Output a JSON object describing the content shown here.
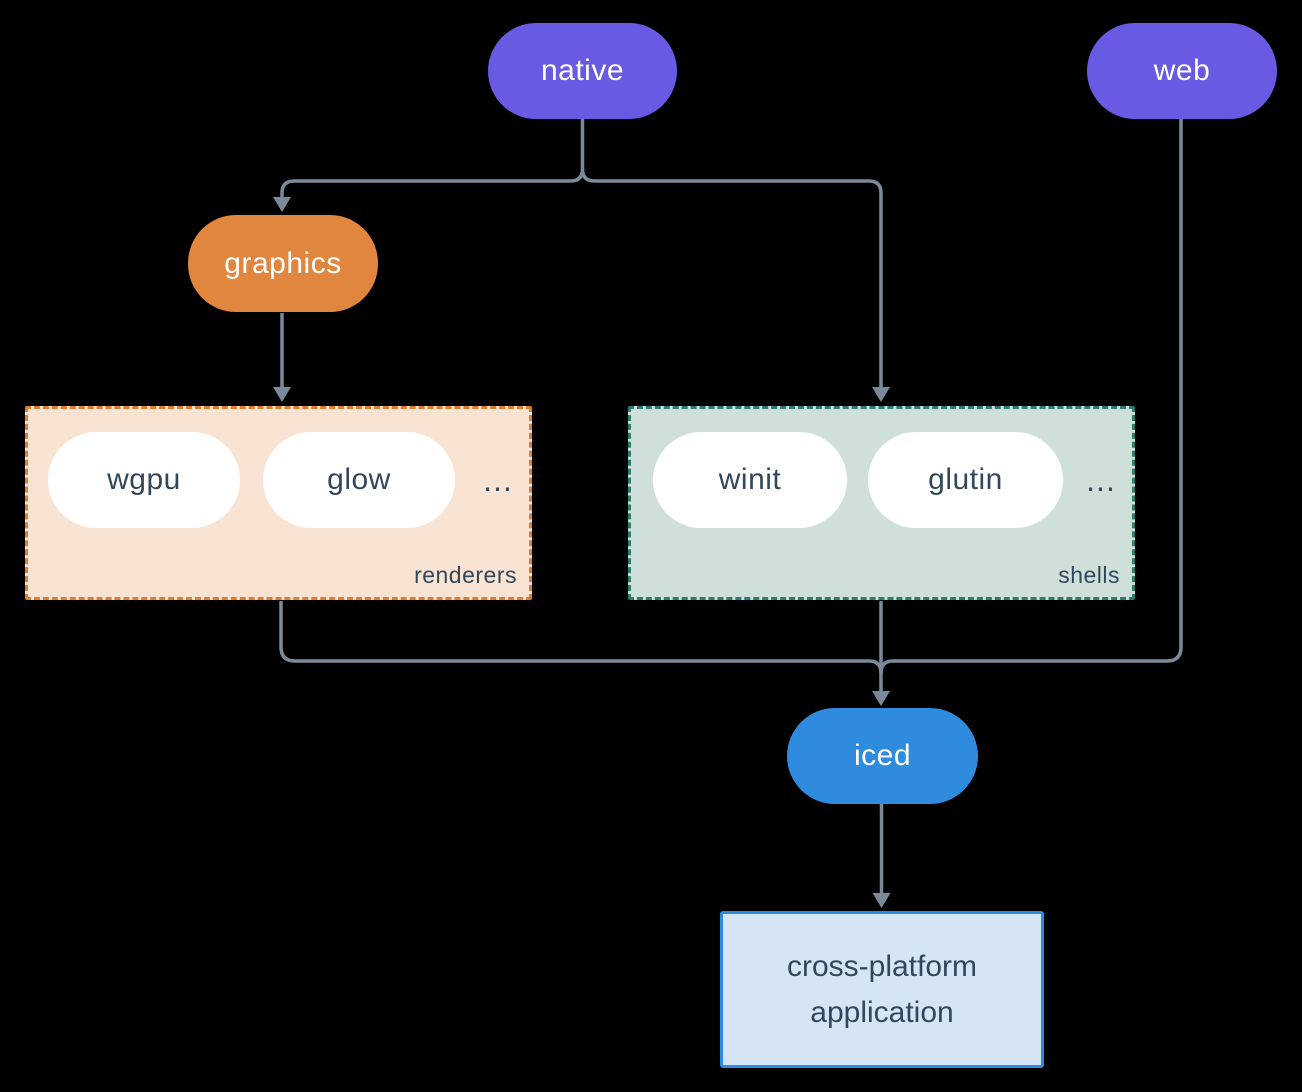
{
  "nodes": {
    "native": "native",
    "web": "web",
    "graphics": "graphics",
    "iced": "iced",
    "wgpu": "wgpu",
    "glow": "glow",
    "winit": "winit",
    "glutin": "glutin",
    "application": "cross-platform application"
  },
  "groups": {
    "renderers": {
      "label": "renderers",
      "more": "..."
    },
    "shells": {
      "label": "shells",
      "more": "..."
    }
  },
  "colors": {
    "purple_pill": "#695ae4",
    "graphics_pill": "#e1863e",
    "iced_pill": "#2e8bdd",
    "renderers_bg": "#f9e3d3",
    "renderers_border": "#e07e2e",
    "shells_bg": "#cfdfd9",
    "shells_border": "#2c7d6c",
    "app_bg": "#d5e5f6",
    "app_border": "#2e8bdd",
    "connector": "#7b8a99",
    "dark_text": "#33475b",
    "pill_text": "#ffffff",
    "page_bg": "#000000"
  }
}
